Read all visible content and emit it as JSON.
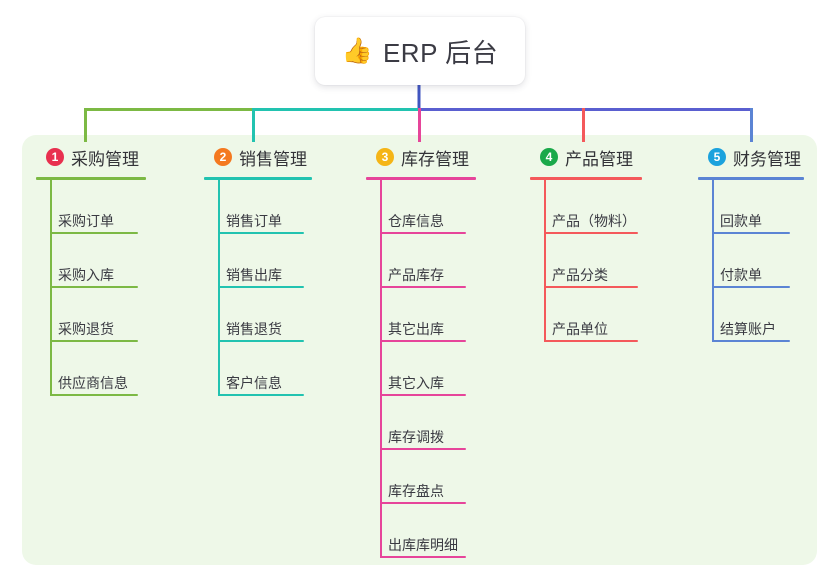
{
  "root": {
    "icon": "thumbs-up-icon",
    "icon_glyph": "👍",
    "label": "ERP 后台"
  },
  "palette": {
    "panel_bg": "#eef8e8",
    "root_line": "#4055c0",
    "bus_purple": "#5a5fd0",
    "page_bg": "#ffffff"
  },
  "columns": [
    {
      "number": "1",
      "title": "采购管理",
      "color": "#7cb944",
      "badge_color": "#e8304f",
      "items": [
        {
          "label": "采购订单"
        },
        {
          "label": "采购入库"
        },
        {
          "label": "采购退货"
        },
        {
          "label": "供应商信息"
        }
      ]
    },
    {
      "number": "2",
      "title": "销售管理",
      "color": "#22c3b0",
      "badge_color": "#f47920",
      "items": [
        {
          "label": "销售订单"
        },
        {
          "label": "销售出库"
        },
        {
          "label": "销售退货"
        },
        {
          "label": "客户信息"
        }
      ]
    },
    {
      "number": "3",
      "title": "库存管理",
      "color": "#e6459a",
      "badge_color": "#f5b517",
      "items": [
        {
          "label": "仓库信息"
        },
        {
          "label": "产品库存"
        },
        {
          "label": "其它出库"
        },
        {
          "label": "其它入库"
        },
        {
          "label": "库存调拨"
        },
        {
          "label": "库存盘点"
        },
        {
          "label": "出库库明细"
        }
      ]
    },
    {
      "number": "4",
      "title": "产品管理",
      "color": "#f4595b",
      "badge_color": "#1aa94a",
      "items": [
        {
          "label": "产品（物料）"
        },
        {
          "label": "产品分类"
        },
        {
          "label": "产品单位"
        }
      ]
    },
    {
      "number": "5",
      "title": "财务管理",
      "color": "#5b84d4",
      "badge_color": "#1ba2dd",
      "items": [
        {
          "label": "回款单"
        },
        {
          "label": "付款单"
        },
        {
          "label": "结算账户"
        }
      ]
    }
  ]
}
